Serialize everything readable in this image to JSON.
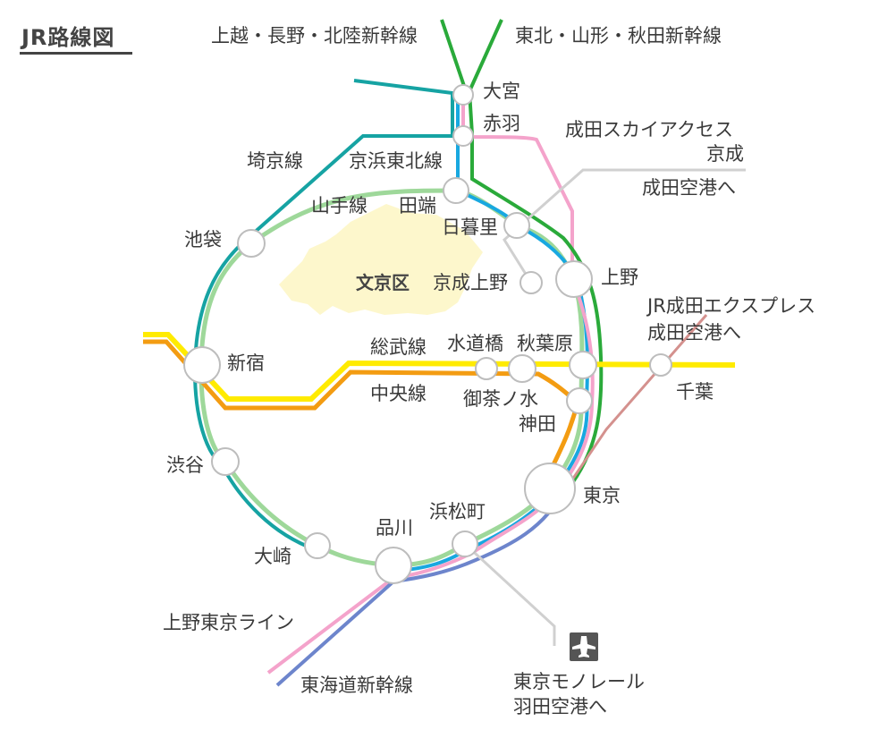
{
  "title": "JR路線図",
  "ward": "文京区",
  "icons": {
    "airport": "airplane-icon"
  },
  "colors": {
    "yamanote": "#9ed89a",
    "keihin_tohoku": "#18a8e0",
    "saikyo": "#16a3a3",
    "ueno_tokyo": "#f4a3cb",
    "tokaido": "#6d85cc",
    "chuo": "#f39c12",
    "sobu": "#ffeb00",
    "shinkansen_north": "#2aaa3a",
    "narita_express": "#d4918e",
    "keisei": "#d0d0d0",
    "monorail": "#d0d0d0",
    "ward": "#fdf7cc"
  },
  "lines": {
    "joetsu_nagano_hokuriku": "上越・長野・北陸新幹線",
    "tohoku_yamagata_akita": "東北・山形・秋田新幹線",
    "saikyo": "埼京線",
    "keihin_tohoku": "京浜東北線",
    "yamanote": "山手線",
    "sobu": "総武線",
    "chuo": "中央線",
    "ueno_tokyo": "上野東京ライン",
    "tokaido_shinkansen": "東海道新幹線",
    "narita_skyaccess_1": "成田スカイアクセス",
    "narita_skyaccess_2": "京成",
    "narita_skyaccess_3": "成田空港へ",
    "nex_1": "JR成田エクスプレス",
    "nex_2": "成田空港へ",
    "monorail_1": "東京モノレール",
    "monorail_2": "羽田空港へ"
  },
  "stations": {
    "omiya": "大宮",
    "akabane": "赤羽",
    "tabata": "田端",
    "nippori": "日暮里",
    "keisei_ueno": "京成上野",
    "ueno": "上野",
    "ikebukuro": "池袋",
    "shinjuku": "新宿",
    "suidobashi": "水道橋",
    "akihabara": "秋葉原",
    "ochanomizu": "御茶ノ水",
    "kanda": "神田",
    "chiba": "千葉",
    "tokyo": "東京",
    "shibuya": "渋谷",
    "osaki": "大崎",
    "shinagawa": "品川",
    "hamamatsucho": "浜松町"
  }
}
